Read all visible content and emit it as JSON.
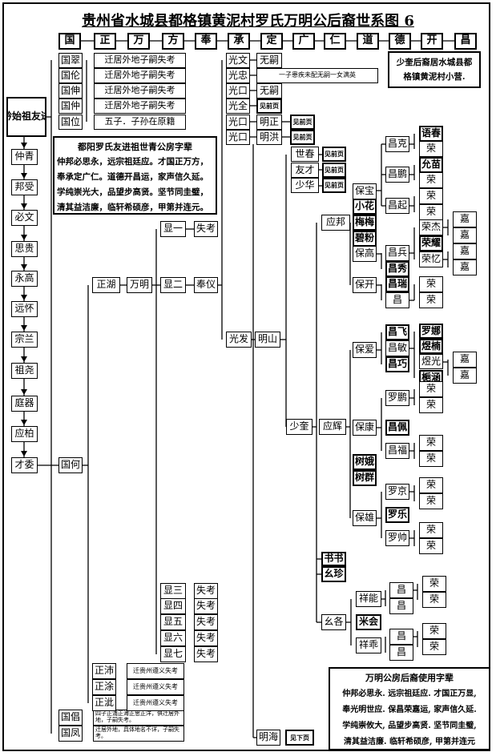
{
  "title": "贵州省水城县都格镇黄泥村罗氏万明公后裔世系图 6",
  "generations": [
    "国",
    "正",
    "万",
    "方",
    "奉",
    "承",
    "定",
    "广",
    "仁",
    "道",
    "德",
    "开",
    "昌"
  ],
  "note_top": "少奎后裔居水城县都格镇黄泥村小营.",
  "poem_left": {
    "title": "都阳罗氏友进祖世青公房字辈",
    "lines": [
      "仲邦必思永，远宗祖廷应。才国正万方，",
      "奉承定广仁。道德开昌运，家声信久延。",
      "学纯崇光大，品望步高贤。坚节同圭璧，",
      "清其益洁廉，临轩希硕彦，甲第并连元。"
    ]
  },
  "poem_right": {
    "title": "万明公房后裔使用字辈",
    "lines": [
      "仲邦必思永. 远宗祖廷应. 才国正万显,",
      "奉光明世应. 保昌荣嘉运, 家声信久延.",
      "学纯崇攸大, 品望步高贤. 坚节同圭璧,",
      "清其益洁廉. 临轩希硕彦, 甲第并连元"
    ]
  },
  "ancestors": [
    "迁黔始祖友进公",
    "仲青",
    "邦受",
    "必文",
    "思贵",
    "永高",
    "远怀",
    "宗兰",
    "祖尧",
    "庭器",
    "应柏",
    "才委"
  ],
  "guo": [
    "国翠",
    "国伦",
    "国伸",
    "国仲",
    "国位",
    "国何",
    "国倡",
    "国凤"
  ],
  "guo_notes": [
    "迁居外地子嗣失考",
    "迁居外地子嗣失考",
    "迁居外地子嗣失考",
    "迁居外地子嗣失考",
    "五子．子孙在原籍",
    "四子正浦正海正思正洋，俱迁居外地，子嗣失考。",
    "迁居外地，具体地名不详，子嗣失考。"
  ],
  "zheng": [
    "正湖",
    "正沛",
    "正涂",
    "正泚"
  ],
  "zheng_notes": [
    "迁贵州遵义失考",
    "迁贵州遵义失考",
    "迁贵州遵义失考"
  ],
  "wanming": "万明",
  "xian": [
    "显一",
    "显二",
    "显三",
    "显四",
    "显五",
    "显六",
    "显七"
  ],
  "xian_notes": [
    "失考",
    "奉仪",
    "失考",
    "失考",
    "失考",
    "失考",
    "失考"
  ],
  "guang": [
    "光文",
    "光忠",
    "光口",
    "光全",
    "光口",
    "光口",
    "光发"
  ],
  "guang_next": [
    "无嗣",
    "一子患疾未配无嗣一女满英",
    "无嗣",
    "见前页",
    "明正",
    "明洪",
    "明山"
  ],
  "see_prev": "见前页",
  "see_next": "见下页",
  "minghai": "明海",
  "mingshan_sons": [
    "世春",
    "友才",
    "少华",
    "少奎"
  ],
  "shaokui_sons": [
    "应邦",
    "应辉",
    "书书",
    "幺珍",
    "幺各"
  ],
  "yingbang_sons": [
    "保宝",
    "小花",
    "梅梅",
    "碧粉",
    "保高",
    "保开"
  ],
  "baobao_sons": [
    "昌克",
    "昌鹏",
    "昌起"
  ],
  "baogao_sons": [
    "昌兵",
    "昌秀"
  ],
  "baokai_sons": [
    "昌瑞",
    "昌"
  ],
  "rong_a": [
    "语春",
    "荣",
    "允苗",
    "荣",
    "荣",
    "荣",
    "荣杰",
    "荣耀",
    "荣忆",
    "荣",
    "荣"
  ],
  "jia_a": [
    "嘉",
    "嘉",
    "嘉",
    "嘉"
  ],
  "yinghui_sons": [
    "保爱",
    "保康",
    "树娥",
    "树群",
    "保雄"
  ],
  "baoai_sons": [
    "昌飞",
    "昌敏",
    "昌巧"
  ],
  "changmin_sons": [
    "罗娜",
    "煜楠",
    "煜光",
    "梔涵"
  ],
  "jia_b": [
    "嘉",
    "嘉"
  ],
  "baokang_sons": [
    "罗鹏",
    "昌佩",
    "昌福"
  ],
  "rong_b": [
    "荣",
    "荣",
    "荣",
    "荣"
  ],
  "baoxiong_sons": [
    "罗京",
    "罗乐",
    "罗帅"
  ],
  "rong_c": [
    "荣",
    "荣",
    "荣",
    "荣"
  ],
  "yaoge_sons": [
    "祥能",
    "米会",
    "祥乖"
  ],
  "chang_c": [
    "昌",
    "昌",
    "昌",
    "昌"
  ],
  "rong_d": [
    "荣",
    "荣",
    "荣",
    "荣"
  ]
}
